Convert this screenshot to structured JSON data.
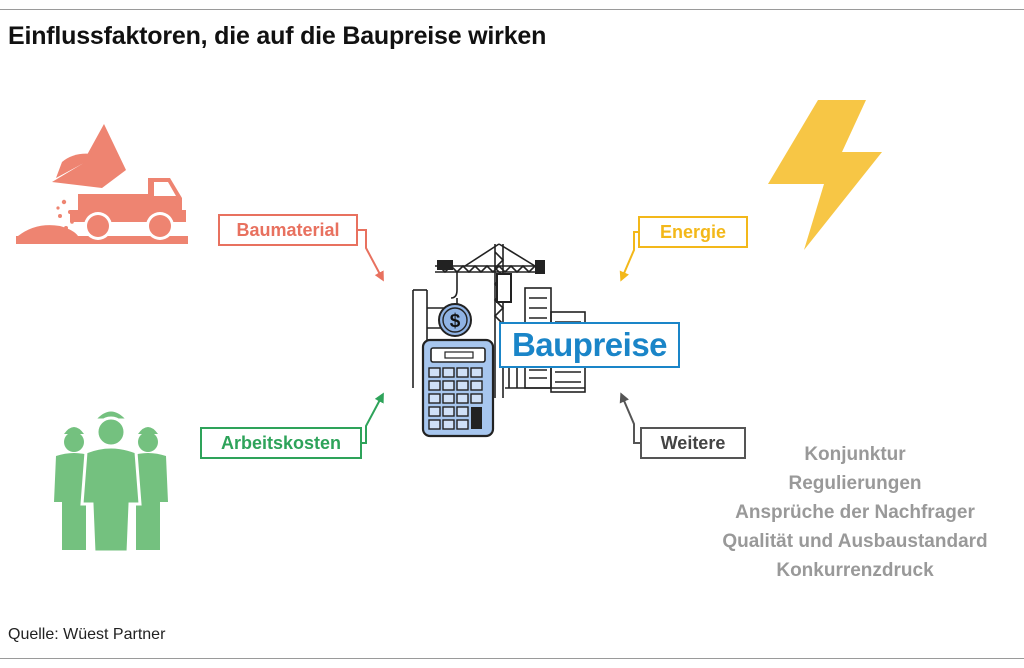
{
  "title": "Einflussfaktoren, die auf die Baupreise wirken",
  "center": {
    "label": "Baupreise"
  },
  "factors": [
    {
      "label": "Baumaterial",
      "icon": "dump-truck-icon",
      "color": "#e8715f"
    },
    {
      "label": "Arbeitskosten",
      "icon": "workers-icon",
      "color": "#2ea35a"
    },
    {
      "label": "Energie",
      "icon": "lightning-bolt-icon",
      "color": "#f3b81a"
    },
    {
      "label": "Weitere",
      "icon": "",
      "color": "#555555"
    }
  ],
  "other_factors": [
    "Konjunktur",
    "Regulierungen",
    "Ansprüche der Nachfrager",
    "Qualität und Ausbaustandard",
    "Konkurrenzdruck"
  ],
  "center_icons": {
    "dollar_symbol": "$"
  },
  "source": "Quelle: Wüest Partner"
}
